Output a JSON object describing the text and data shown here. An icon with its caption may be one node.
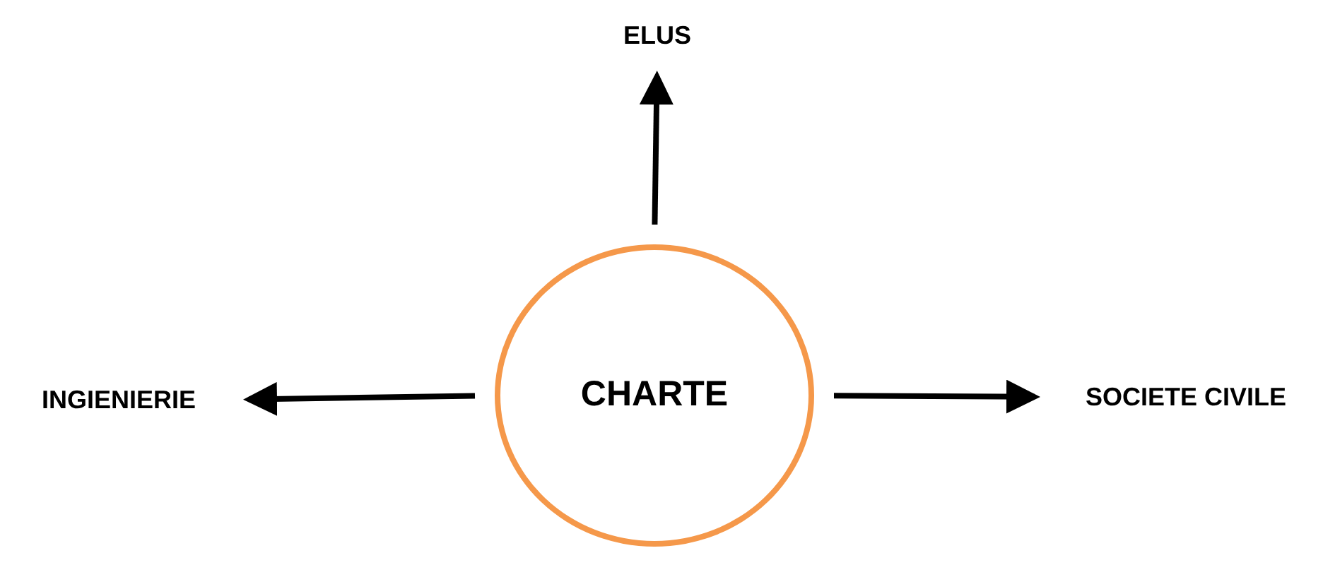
{
  "diagram": {
    "nodes": [
      {
        "text": [
          "CHARTE"
        ]
      },
      {
        "text": [
          "ELUS"
        ]
      },
      {
        "text": [
          "INGIENIERIE"
        ]
      },
      {
        "text": [
          "SOCIETE CIVILE"
        ]
      }
    ],
    "edges": [
      {
        "from": 0,
        "to": 1,
        "arrow": "to"
      },
      {
        "from": 0,
        "to": 2,
        "arrow": "to"
      },
      {
        "from": 0,
        "to": 3,
        "arrow": "to"
      }
    ]
  }
}
